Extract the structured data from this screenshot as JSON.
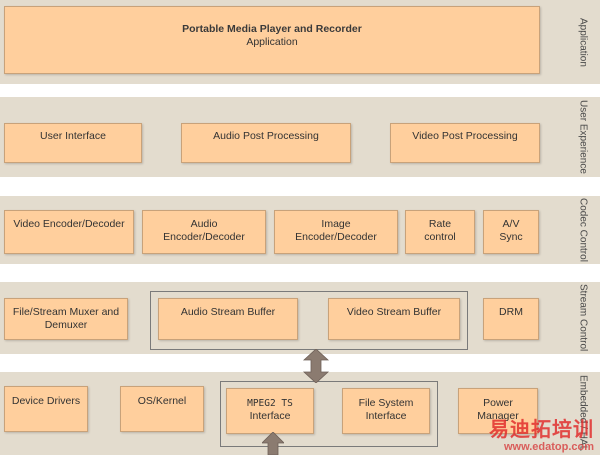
{
  "layers": [
    {
      "label": "Application"
    },
    {
      "label": "User Experience"
    },
    {
      "label": "Codec Control"
    },
    {
      "label": "Stream Control"
    },
    {
      "label": "Embedded / HAL"
    }
  ],
  "application": {
    "title": "Portable Media Player and Recorder",
    "subtitle": "Application"
  },
  "user_experience": {
    "user_interface": "User Interface",
    "audio_post": "Audio Post Processing",
    "video_post": "Video Post Processing"
  },
  "codec": {
    "video": "Video Encoder/Decoder",
    "audio_l1": "Audio",
    "audio_l2": "Encoder/Decoder",
    "image_l1": "Image",
    "image_l2": "Encoder/Decoder",
    "rate_l1": "Rate",
    "rate_l2": "control",
    "av_l1": "A/V",
    "av_l2": "Sync"
  },
  "stream": {
    "muxer_l1": "File/Stream Muxer and",
    "muxer_l2": "Demuxer",
    "audio_buffer": "Audio Stream Buffer",
    "video_buffer": "Video Stream Buffer",
    "drm": "DRM"
  },
  "hal": {
    "drivers": "Device Drivers",
    "os": "OS/Kernel",
    "mpeg_l1": "MPEG2 TS",
    "mpeg_l2": "Interface",
    "fs_l1": "File System",
    "fs_l2": "Interface",
    "power_l1": "Power",
    "power_l2": "Manager"
  },
  "watermark": {
    "cn": "易迪拓培训",
    "url": "www.edatop.com"
  },
  "colors": {
    "band": "#e3dcce",
    "box": "#ffcf9d",
    "arrow": "#8b7b70"
  }
}
